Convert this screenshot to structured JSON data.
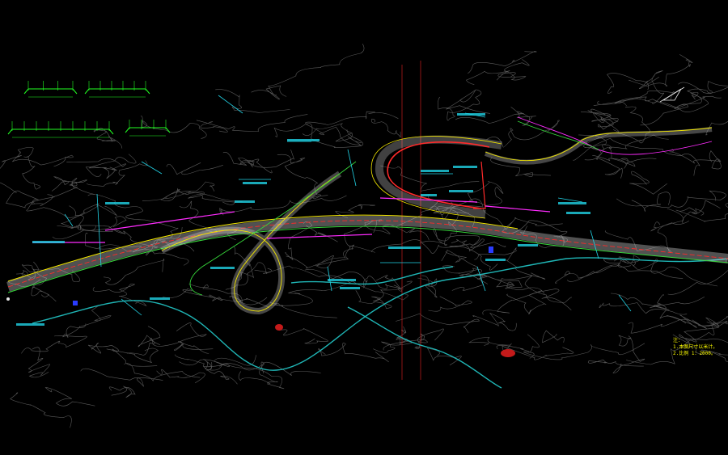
{
  "drawing": {
    "background": "#000000",
    "colors": {
      "contour": "#6e6e6e",
      "river": "#1fb5b5",
      "road_centerline": "#ff2a2a",
      "road_edge_yellow": "#f2e600",
      "road_edge_green": "#36d63a",
      "annotation_magenta": "#ff2bff",
      "annotation_cyan": "#21d3e6",
      "section_green": "#22ff22",
      "grid_red": "#b01818",
      "white": "#e8e8e8",
      "blue": "#2a3cff"
    },
    "notes": {
      "heading": "注：",
      "line1": "1.本图尺寸以米计。",
      "line2": "2.比例 1：2000。"
    },
    "north_arrow_icon": "north-arrow-icon"
  }
}
